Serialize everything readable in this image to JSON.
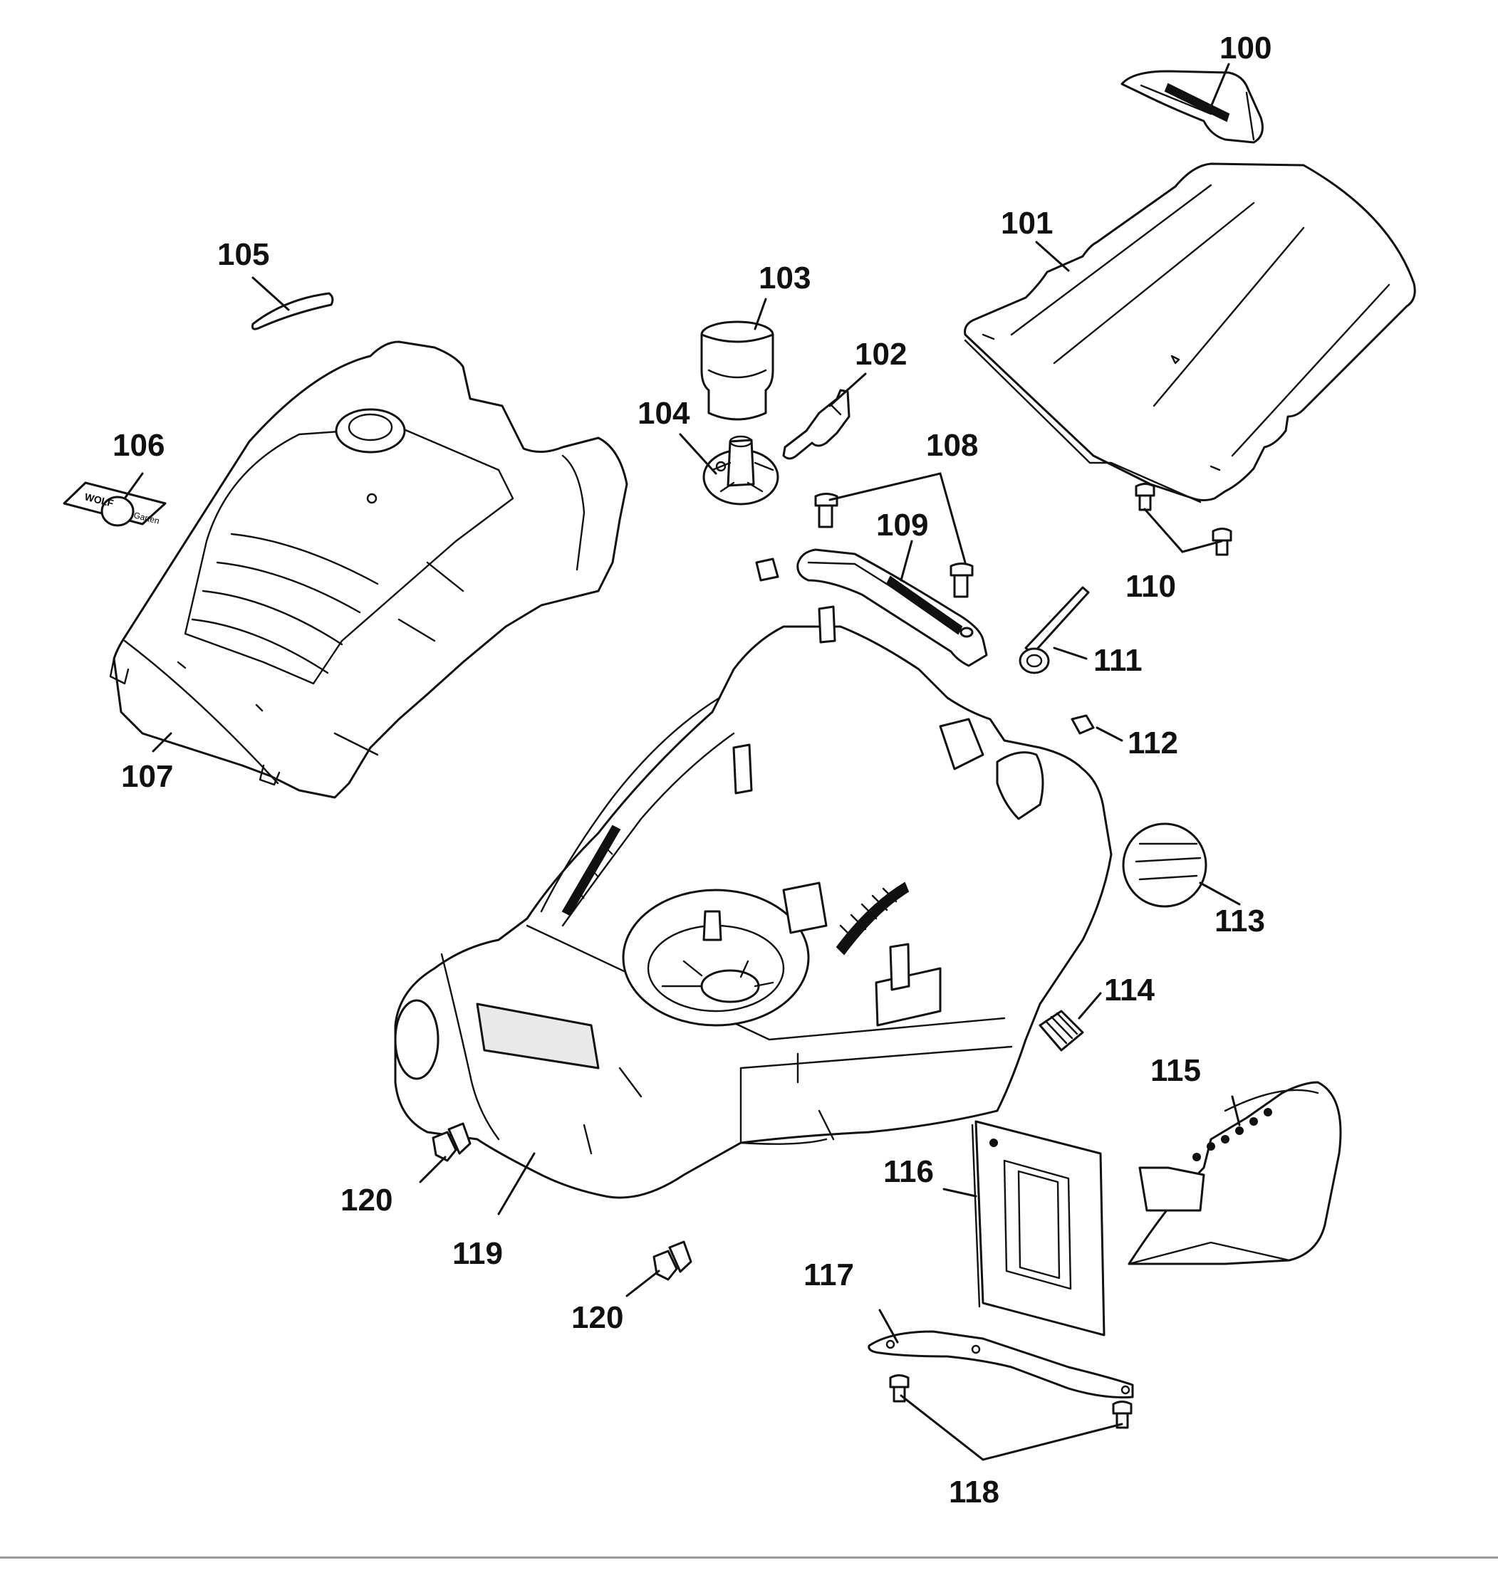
{
  "labels": {
    "p100": "100",
    "p101": "101",
    "p102": "102",
    "p103": "103",
    "p104": "104",
    "p105": "105",
    "p106": "106",
    "p107": "107",
    "p108": "108",
    "p109": "109",
    "p110": "110",
    "p111": "111",
    "p112": "112",
    "p113": "113",
    "p114": "114",
    "p115": "115",
    "p116": "116",
    "p117": "117",
    "p118": "118",
    "p119": "119",
    "p120a": "120",
    "p120b": "120"
  },
  "decal_text": {
    "left": "WOLF",
    "right": "Garten"
  }
}
